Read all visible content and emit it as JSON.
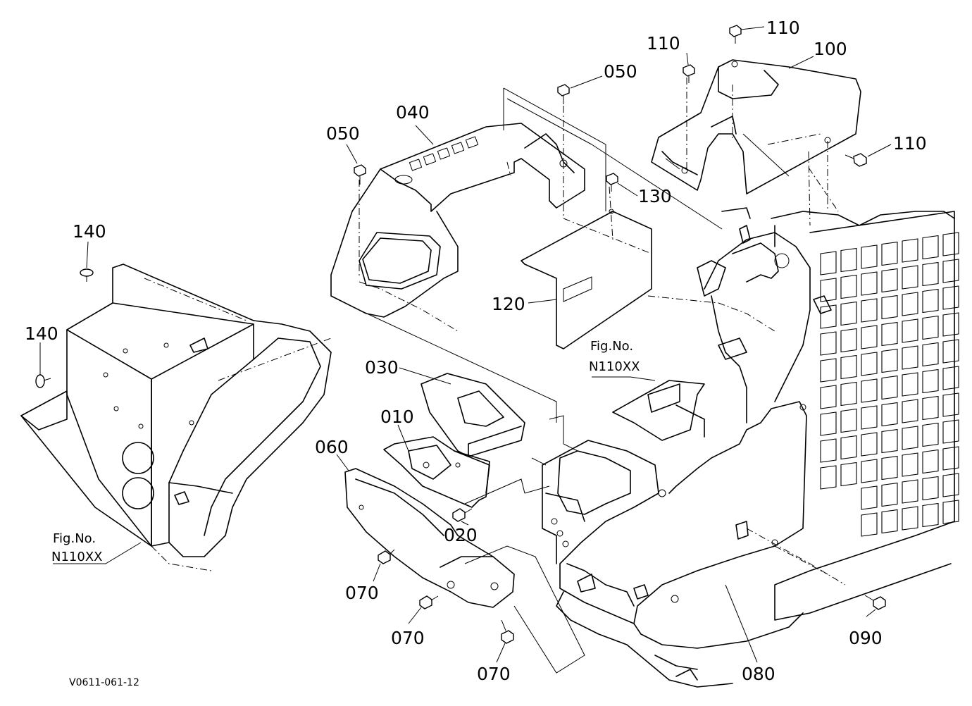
{
  "diagram_code": "V0611-061-12",
  "fig_refs": [
    {
      "line1": "Fig.No.",
      "line2": "N110XX"
    },
    {
      "line1": "Fig.No.",
      "line2": "N110XX"
    }
  ],
  "labels": {
    "p010": "010",
    "p020": "020",
    "p030": "030",
    "p040": "040",
    "p050a": "050",
    "p050b": "050",
    "p060": "060",
    "p070a": "070",
    "p070b": "070",
    "p070c": "070",
    "p080": "080",
    "p090": "090",
    "p100": "100",
    "p110a": "110",
    "p110b": "110",
    "p110c": "110",
    "p120": "120",
    "p130": "130",
    "p140a": "140",
    "p140b": "140"
  }
}
